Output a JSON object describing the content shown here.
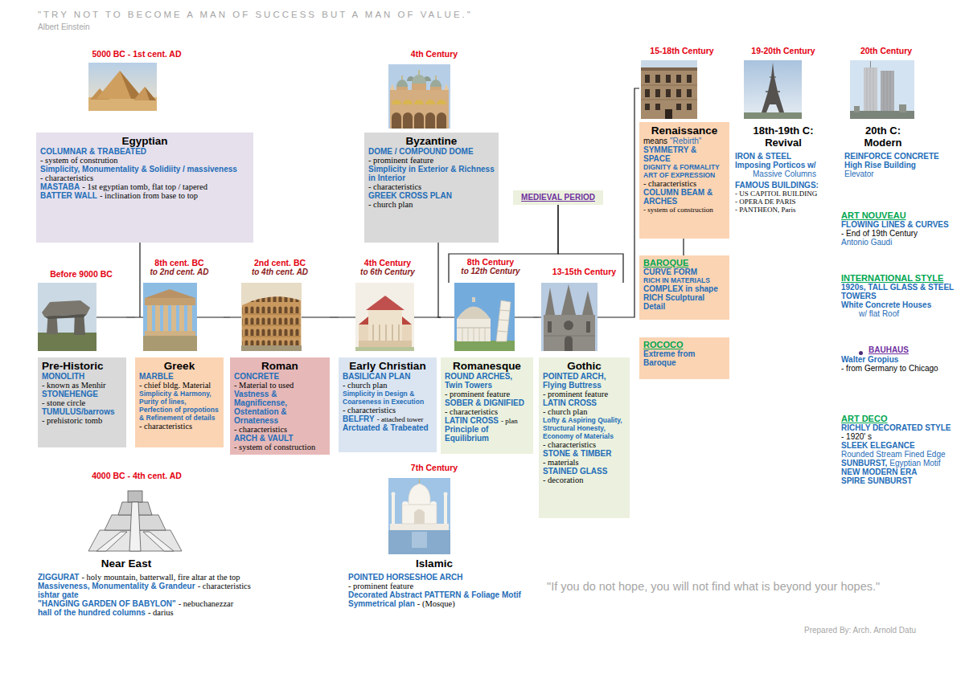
{
  "diagram": {
    "nodes": [
      {
        "text": [
          "Egyptian",
          "COLUMNAR & TRABEATED",
          "- system of constrution",
          "Simplicity, Monumentality & Solidiity / massiveness",
          "- characteristics",
          "MASTABA",
          "- 1st egyptian tomb, flat top / tapered",
          "BATTER WALL",
          "- inclination from base to top"
        ]
      },
      {
        "text": [
          "Byzantine",
          "DOME / COMPOUND DOME",
          "- prominent feature",
          "Simplicity in Exterior & Richness in Interior",
          "- characteristics",
          "GREEK CROSS PLAN",
          "- church plan"
        ]
      },
      {
        "text": [
          "MEDIEVAL PERIOD"
        ]
      },
      {
        "text": [
          "Renaissance",
          "means",
          "\"Rebirth\"",
          "SYMMETRY & SPACE",
          "DIGNITY & FORMALITY",
          "ART OF EXPRESSION",
          "- characteristics",
          "COLUMN BEAM & ARCHES",
          "- system of construction"
        ]
      },
      {
        "text": [
          "Pre-Historic",
          "MONOLITH",
          "- known as Menhir",
          "STONEHENGE",
          "- stone circle",
          "TUMULUS/barrows",
          "- prehistoric tomb"
        ]
      },
      {
        "text": [
          "Greek",
          "MARBLE",
          "- chief bldg. Material",
          "Simplicity & Harmony, Purity of lines, Perfection of propotions & Refinement of details",
          "- characteristics"
        ]
      },
      {
        "text": [
          "Roman",
          "CONCRETE",
          "- Material to used",
          "Vastness & Magnificense, Ostentation & Ornateness",
          "- characteristics",
          "ARCH & VAULT",
          "- system of construction"
        ]
      },
      {
        "text": [
          "Early Christian",
          "BASILICAN PLAN",
          "- church plan",
          "Simplicity in Design & Coarseness in Execution",
          "- characteristics",
          "BELFRY",
          "- attached tower",
          "Arctuated & Trabeated"
        ]
      },
      {
        "text": [
          "Romanesque",
          "ROUND ARCHES, Twin Towers",
          "- prominent feature",
          "SOBER & DIGNIFIED",
          "- characteristics",
          "LATIN CROSS",
          "- plan",
          "Principle of Equilibrium"
        ]
      },
      {
        "text": [
          "Gothic",
          "POINTED ARCH, Flying Buttress",
          "- prominent feature",
          "LATIN CROSS",
          "- church plan",
          "Lofty & Aspiring Quality, Structural Honesty, Economy of Materials",
          "- characteristics",
          "STONE & TIMBER",
          "- materials",
          "STAINED GLASS",
          "- decoration"
        ]
      },
      {
        "text": [
          "BAROQUE",
          "CURVE FORM",
          "RICH IN MATERIALS",
          "COMPLEX in shape",
          "RICH Sculptural Detail"
        ]
      },
      {
        "text": [
          "ROCOCO",
          "Extreme from Baroque"
        ]
      }
    ],
    "edges": [
      {
        "from": 4,
        "to": 5,
        "arrow": "none"
      },
      {
        "from": 5,
        "to": 6,
        "arrow": "none"
      },
      {
        "from": 6,
        "to": 7,
        "arrow": "none"
      },
      {
        "from": 7,
        "to": 8,
        "arrow": "none"
      },
      {
        "from": 8,
        "to": 9,
        "arrow": "none"
      },
      {
        "from": 9,
        "to": 3,
        "arrow": "none"
      },
      {
        "from": 0,
        "to": 5,
        "arrow": "none"
      },
      {
        "from": 1,
        "to": 8,
        "arrow": "none"
      },
      {
        "from": 2,
        "to": 8,
        "arrow": "none"
      },
      {
        "from": 2,
        "to": 9,
        "arrow": "none"
      },
      {
        "from": 3,
        "to": 10,
        "arrow": "none"
      }
    ],
    "labels": [
      "\"TRY NOT TO BECOME A MAN OF SUCCESS BUT A MAN OF VALUE.\"",
      "Albert Einstein",
      "5000 BC - 1st cent. AD",
      "4th Century",
      "15-18th Century",
      "19-20th Century",
      "20th Century",
      "Before 9000 BC",
      "8th cent. BC",
      "to 2nd cent. AD",
      "2nd cent. BC",
      "to 4th cent. AD",
      "4th Century",
      "to 6th Century",
      "8th Century",
      "to 12th Century",
      "13-15th Century",
      "18th-19th C:",
      "Revival",
      "IRON & STEEL",
      "Imposing Porticos w/",
      "Massive Columns",
      "FAMOUS BUILDINGS:",
      "- US CAPITOL BUILDING",
      "- OPERA DE PARIS",
      "- PANTHEON, Paris",
      "20th C:",
      "Modern",
      "REINFORCE CONCRETE",
      "High Rise Building",
      "Elevator",
      "ART NOUVEAU",
      "FLOWING LINES & CURVES",
      "- End of 19th Century",
      "Antonio Gaudi",
      "INTERNATIONAL STYLE",
      "1920s, TALL GLASS & STEEL TOWERS",
      "White Concrete Houses",
      "w/ flat Roof",
      "BAUHAUS",
      "Walter Gropius",
      "- from Germany to Chicago",
      "ART DECO",
      "RICHLY DECORATED STYLE",
      "- 1920' s",
      "SLEEK ELEGANCE",
      "Rounded Stream Fined Edge",
      "SUNBURST,",
      "Egyptian Motif",
      "NEW MODERN ERA",
      "SPIRE SUNBURST",
      "7th Century",
      "4000 BC - 4th cent. AD",
      "Near East",
      "ZIGGURAT",
      "- holy mountain, batterwall, fire altar at the top",
      "Massiveness, Monumentality & Grandeur",
      "- characteristics",
      "ishtar gate",
      "\"HANGING GARDEN OF BABYLON\"",
      "- nebuchanezzar",
      "hall of the hundred columns",
      "- darius",
      "Islamic",
      "POINTED HORSESHOE ARCH",
      "- prominent feature",
      "Decorated Abstract PATTERN & Foliage Motif",
      "Symmetrical plan",
      "- (Mosque)",
      "\"If you do not hope, you will not find what is beyond your hopes.\"",
      "Prepared By: Arch. Arnold Datu"
    ]
  }
}
